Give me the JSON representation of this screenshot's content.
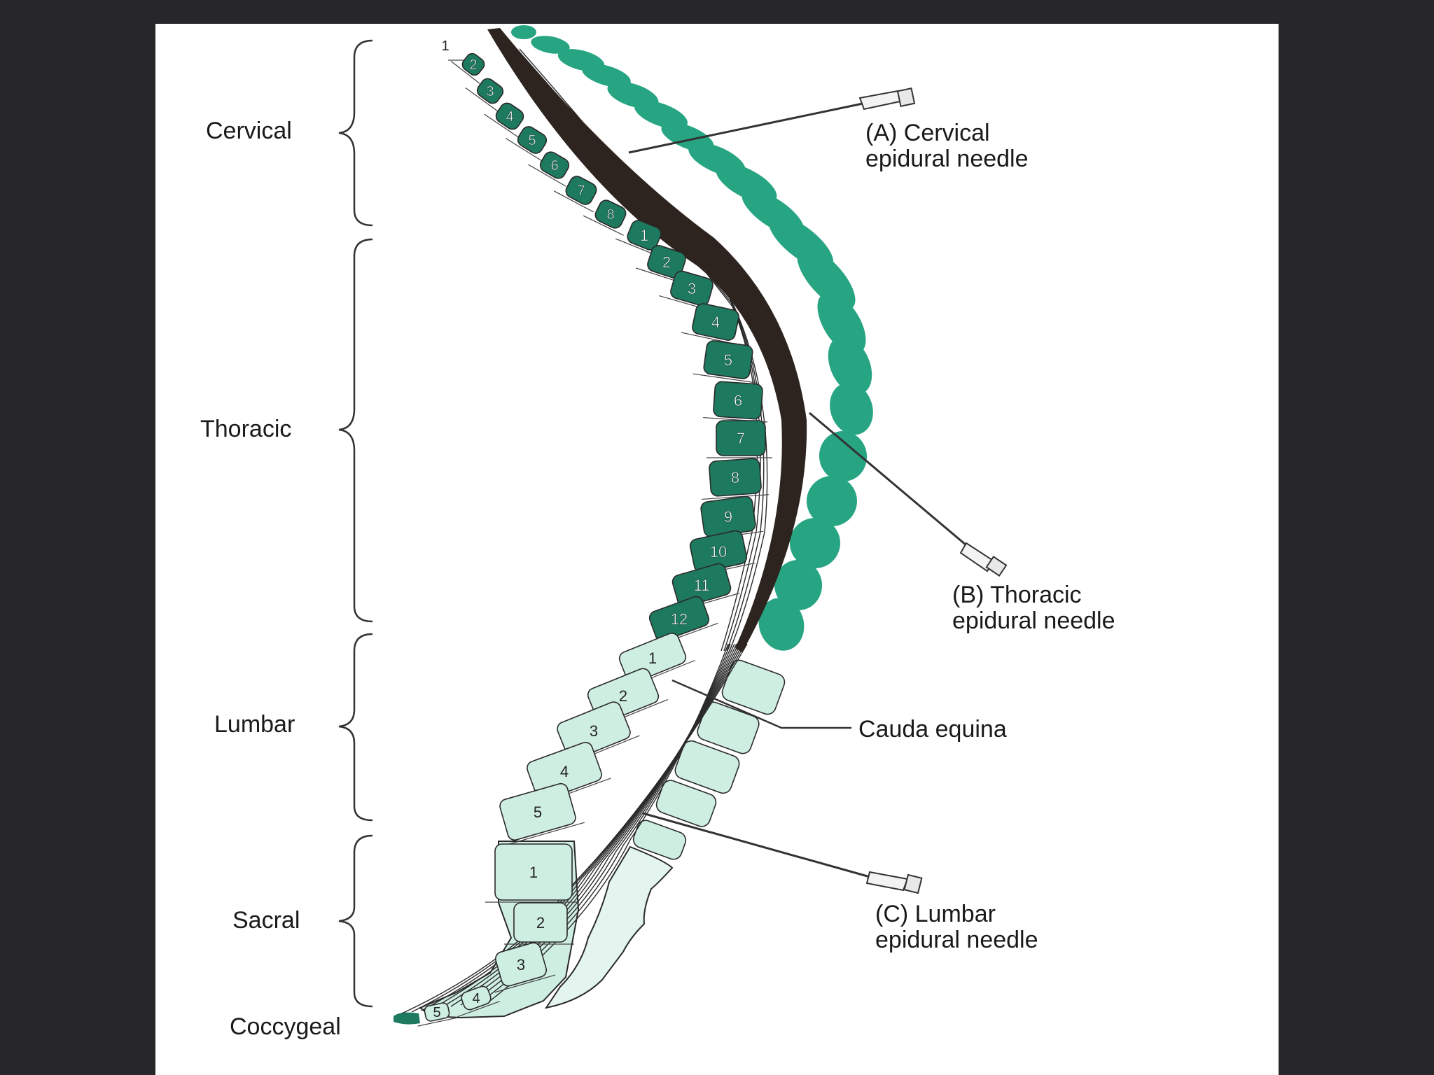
{
  "regions": {
    "cervical": "Cervical",
    "thoracic": "Thoracic",
    "lumbar": "Lumbar",
    "sacral": "Sacral",
    "coccygeal": "Coccygeal"
  },
  "vertebrae": {
    "cervical": [
      "1",
      "2",
      "3",
      "4",
      "5",
      "6",
      "7",
      "8"
    ],
    "thoracic": [
      "1",
      "2",
      "3",
      "4",
      "5",
      "6",
      "7",
      "8",
      "9",
      "10",
      "11",
      "12"
    ],
    "lumbar": [
      "1",
      "2",
      "3",
      "4",
      "5"
    ],
    "sacral": [
      "1",
      "2",
      "3"
    ],
    "coccygeal": [
      "4",
      "5"
    ]
  },
  "callouts": {
    "cervical_needle": {
      "line1": "(A) Cervical",
      "line2": "epidural needle"
    },
    "thoracic_needle": {
      "line1": "(B) Thoracic",
      "line2": "epidural needle"
    },
    "cauda_equina": "Cauda equina",
    "lumbar_needle": {
      "line1": "(C) Lumbar",
      "line2": "epidural needle"
    }
  },
  "colors": {
    "background": "#27272a",
    "paper": "#ffffff",
    "vertebra_dark": "#1e7a5e",
    "spinous_process": "#27a583",
    "vertebra_light": "#cfeee2",
    "spinal_cord": "#2d241f",
    "outline": "#2a2a2a"
  }
}
